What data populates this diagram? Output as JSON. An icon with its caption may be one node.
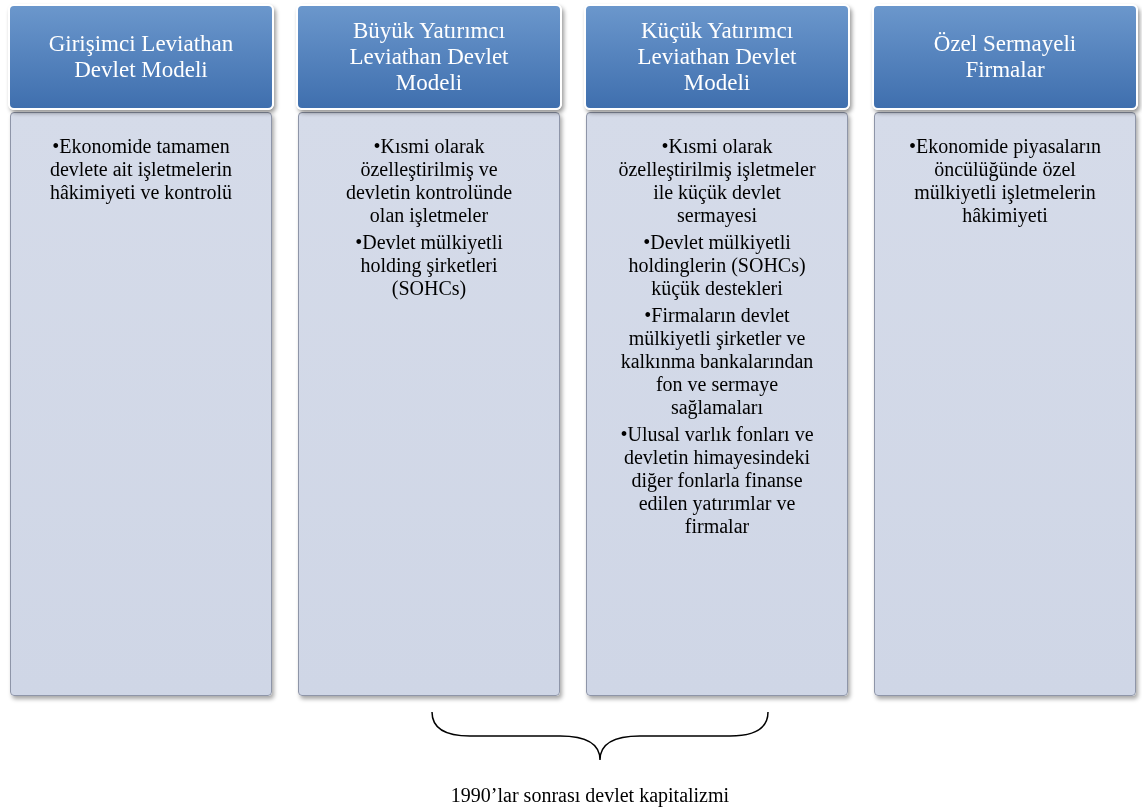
{
  "diagram": {
    "nodes": [
      {
        "text": [
          "Girişimci Leviathan Devlet Modeli"
        ]
      },
      {
        "text": [
          "•Ekonomide tamamen devlete ait işletmelerin hâkimiyeti ve kontrolü"
        ]
      },
      {
        "text": [
          "Büyük Yatırımcı Leviathan Devlet Modeli"
        ]
      },
      {
        "text": [
          "•Kısmi olarak özelleştirilmiş ve devletin kontrolünde olan işletmeler",
          "•Devlet mülkiyetli holding şirketleri (SOHCs)"
        ]
      },
      {
        "text": [
          "Küçük Yatırımcı Leviathan Devlet Modeli"
        ]
      },
      {
        "text": [
          "•Kısmi olarak özelleştirilmiş işletmeler ile küçük devlet sermayesi",
          "•Devlet mülkiyetli holdinglerin (SOHCs) küçük destekleri",
          "•Firmaların devlet mülkiyetli şirketler ve kalkınma bankalarından fon ve sermaye sağlamaları",
          "•Ulusal varlık fonları ve devletin himayesindeki diğer fonlarla finanse edilen yatırımlar ve firmalar"
        ]
      },
      {
        "text": [
          "Özel Sermayeli Firmalar"
        ]
      },
      {
        "text": [
          "•Ekonomide piyasaların öncülüğünde özel mülkiyetli işletmelerin hâkimiyeti"
        ]
      }
    ],
    "labels": [
      "1990’lar sonrası devlet kapitalizmi"
    ]
  }
}
